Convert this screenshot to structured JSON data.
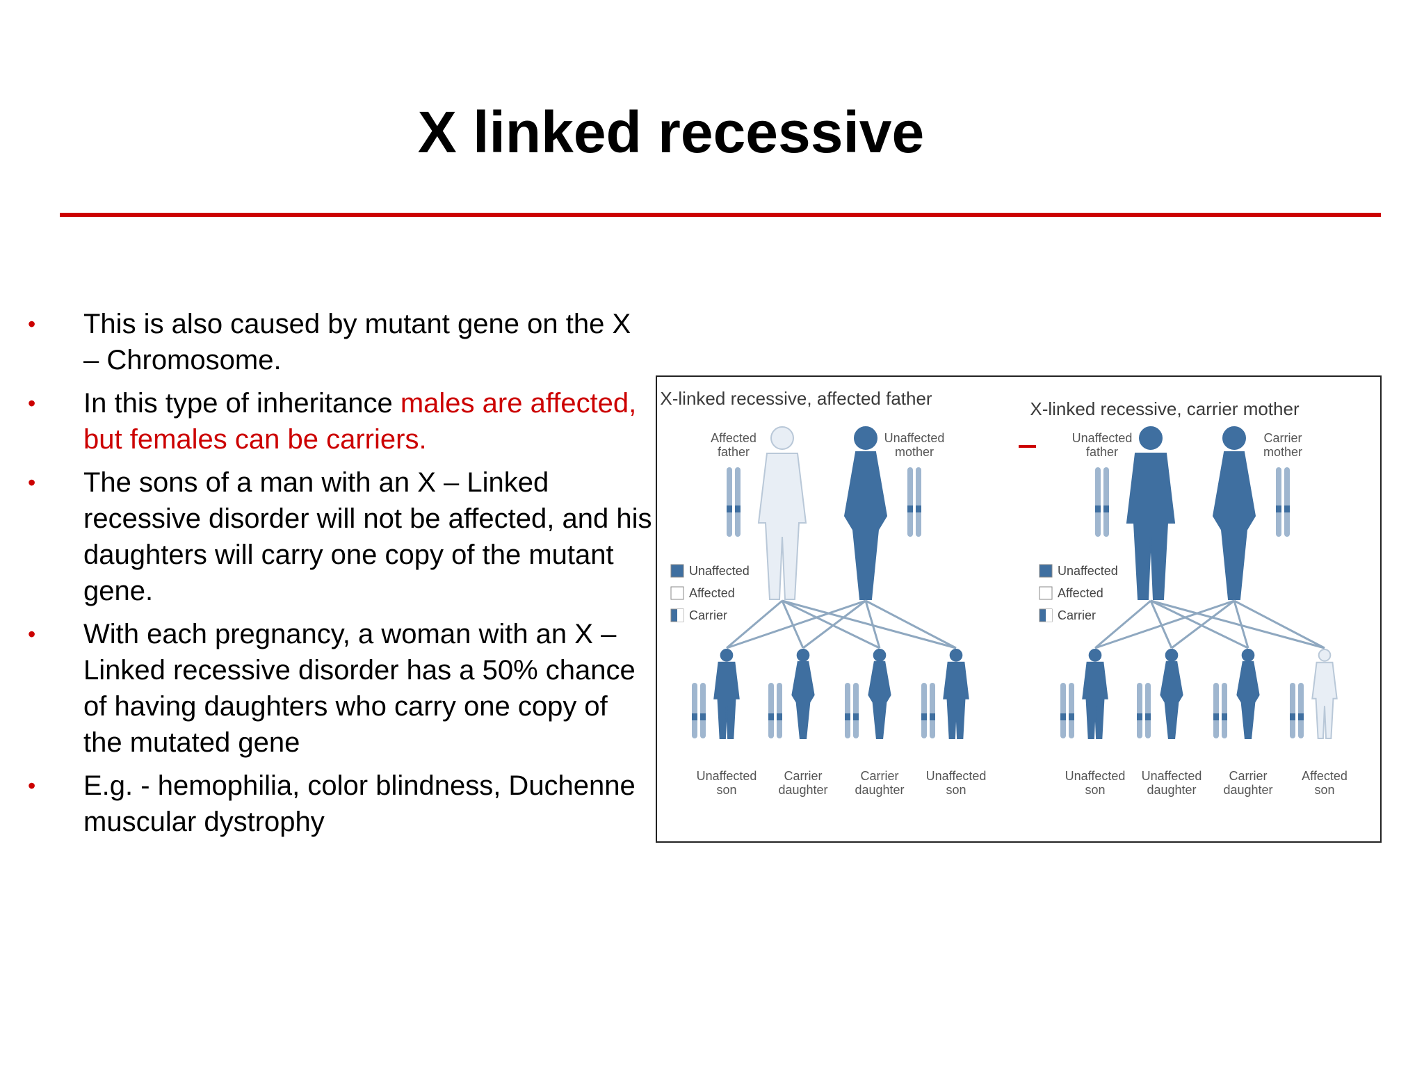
{
  "slide": {
    "title": "X linked recessive",
    "accent_color": "#cc0000",
    "bullets": [
      {
        "parts": [
          {
            "text": "This is also caused by mutant gene on the X – Chromosome.",
            "highlight": false
          }
        ]
      },
      {
        "parts": [
          {
            "text": "In this type of inheritance ",
            "highlight": false
          },
          {
            "text": "males are affected, but females can be carriers.",
            "highlight": true
          }
        ]
      },
      {
        "parts": [
          {
            "text": "The sons of a man with an X – Linked recessive disorder will not be affected, and his daughters  will carry one copy of the mutant gene.",
            "highlight": false
          }
        ]
      },
      {
        "parts": [
          {
            "text": "With each pregnancy, a woman with an X – Linked recessive disorder has a 50% chance of having daughters who carry one copy of the mutated gene",
            "highlight": false
          }
        ]
      },
      {
        "parts": [
          {
            "text": "E.g. - hemophilia, color blindness, Duchenne muscular dystrophy",
            "highlight": false
          }
        ]
      }
    ]
  },
  "figure": {
    "left_panel": {
      "title": "X-linked recessive, affected father",
      "parent_labels": [
        "Affected father",
        "Unaffected mother"
      ],
      "child_labels": [
        "Unaffected son",
        "Carrier daughter",
        "Carrier daughter",
        "Unaffected son"
      ],
      "legend": [
        "Unaffected",
        "Affected",
        "Carrier"
      ]
    },
    "right_panel": {
      "title": "X-linked recessive, carrier mother",
      "parent_labels": [
        "Unaffected father",
        "Carrier mother"
      ],
      "child_labels": [
        "Unaffected son",
        "Unaffected daughter",
        "Carrier daughter",
        "Affected son"
      ],
      "legend": [
        "Unaffected",
        "Affected",
        "Carrier"
      ]
    },
    "colors": {
      "unaffected": "#3f6fa0",
      "affected": "#e8eef5",
      "line": "#8fa8c0"
    }
  }
}
